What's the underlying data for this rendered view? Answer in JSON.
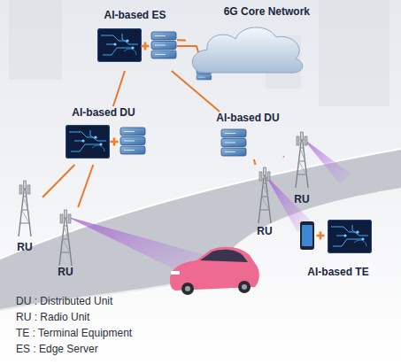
{
  "diagram": {
    "nodes": [
      {
        "text": [
          "AI-based ES"
        ]
      },
      {
        "text": [
          "6G Core Network"
        ]
      },
      {
        "text": [
          "AI-based DU"
        ]
      },
      {
        "text": [
          "AI-based DU"
        ]
      },
      {
        "text": [
          "RU"
        ]
      },
      {
        "text": [
          "RU"
        ]
      },
      {
        "text": [
          "RU"
        ]
      },
      {
        "text": [
          "RU"
        ]
      },
      {
        "text": [
          "AI-based TE"
        ]
      }
    ],
    "edges": [
      {
        "from": 0,
        "to": 1,
        "arrow": "none"
      },
      {
        "from": 0,
        "to": 2,
        "arrow": "none"
      },
      {
        "from": 0,
        "to": 3,
        "arrow": "none"
      },
      {
        "from": 2,
        "to": 4,
        "arrow": "none"
      },
      {
        "from": 2,
        "to": 5,
        "arrow": "none"
      },
      {
        "from": 3,
        "to": 6,
        "arrow": "none"
      },
      {
        "from": 3,
        "to": 7,
        "arrow": "none"
      }
    ],
    "legend": [
      {
        "text": "DU : Distributed Unit"
      },
      {
        "text": "RU : Radio Unit"
      },
      {
        "text": "TE : Terminal Equipment"
      },
      {
        "text": "ES : Edge Server"
      }
    ]
  }
}
